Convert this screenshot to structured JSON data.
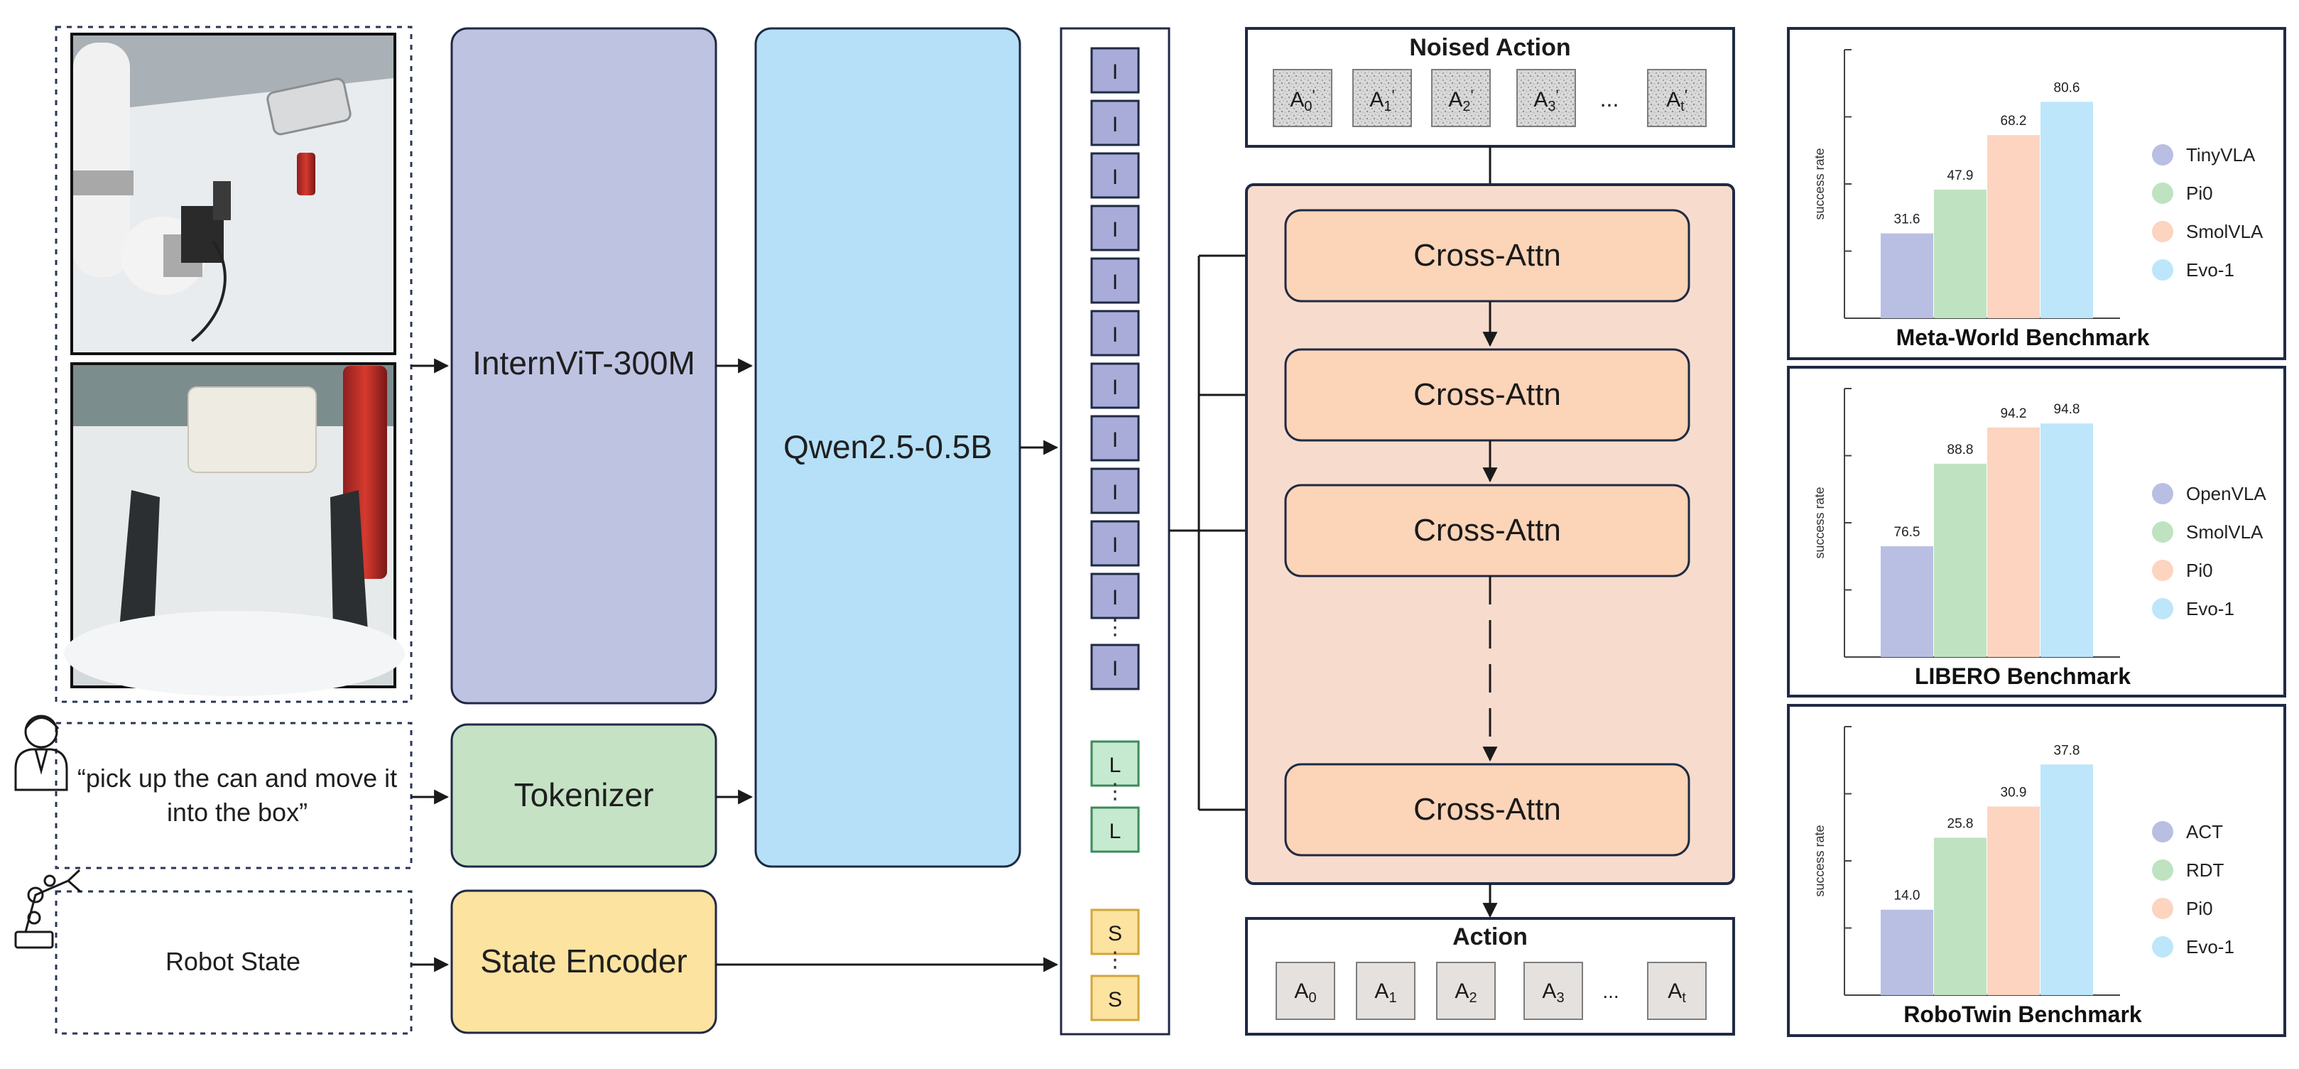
{
  "prompt": {
    "line1": "“pick up the can and move it",
    "line2": "into the box”"
  },
  "robot_state": "Robot State",
  "modules": {
    "vit": "InternViT-300M",
    "llm": "Qwen2.5-0.5B",
    "tokenizer": "Tokenizer",
    "state_encoder": "State Encoder"
  },
  "tokens": {
    "image": "I",
    "language": "L",
    "state": "S"
  },
  "noised_action": {
    "title": "Noised Action",
    "items": [
      {
        "base": "A",
        "sub": "0",
        "sup": "'"
      },
      {
        "base": "A",
        "sub": "1",
        "sup": "'"
      },
      {
        "base": "A",
        "sub": "2",
        "sup": "'"
      },
      {
        "base": "A",
        "sub": "3",
        "sup": "'"
      },
      {
        "base": "A",
        "sub": "t",
        "sup": "'"
      }
    ],
    "ellipsis": "..."
  },
  "cross_attn_label": "Cross-Attn",
  "action": {
    "title": "Action",
    "items": [
      {
        "base": "A",
        "sub": "0"
      },
      {
        "base": "A",
        "sub": "1"
      },
      {
        "base": "A",
        "sub": "2"
      },
      {
        "base": "A",
        "sub": "3"
      },
      {
        "base": "A",
        "sub": "t"
      }
    ],
    "ellipsis": "..."
  },
  "colors": {
    "vit": "#bfc3e2",
    "llm": "#b5e0f8",
    "tokenizer": "#c5e2c5",
    "state_encoder": "#fde3a0",
    "cross_attn": "#fcd4b8",
    "decoder_bg": "#f7dccd",
    "image_token": "#a9acd9",
    "lang_token": "#c5ead0",
    "state_token": "#fde3a0",
    "border": "#1f2a44"
  },
  "chart_data": [
    {
      "type": "bar",
      "title": "Meta-World Benchmark",
      "ylabel": "success rate",
      "categories": [
        "TinyVLA",
        "Pi0",
        "SmolVLA",
        "Evo-1"
      ],
      "values": [
        31.6,
        47.9,
        68.2,
        80.6
      ],
      "colors": [
        "#b9bfe3",
        "#bfe3c0",
        "#fcd4bf",
        "#bde6fb"
      ],
      "ylim": [
        0,
        100
      ],
      "legend": "right"
    },
    {
      "type": "bar",
      "title": "LIBERO Benchmark",
      "ylabel": "success rate",
      "categories": [
        "OpenVLA",
        "SmolVLA",
        "Pi0",
        "Evo-1"
      ],
      "values": [
        76.5,
        88.8,
        94.2,
        94.8
      ],
      "colors": [
        "#b9bfe3",
        "#bfe3c0",
        "#fcd4bf",
        "#bde6fb"
      ],
      "ylim": [
        60,
        100
      ],
      "legend": "right"
    },
    {
      "type": "bar",
      "title": "RoboTwin Benchmark",
      "ylabel": "success rate",
      "categories": [
        "ACT",
        "RDT",
        "Pi0",
        "Evo-1"
      ],
      "values": [
        14.0,
        25.8,
        30.9,
        37.8
      ],
      "colors": [
        "#b9bfe3",
        "#bfe3c0",
        "#fcd4bf",
        "#bde6fb"
      ],
      "ylim": [
        0,
        44
      ],
      "legend": "right"
    }
  ]
}
